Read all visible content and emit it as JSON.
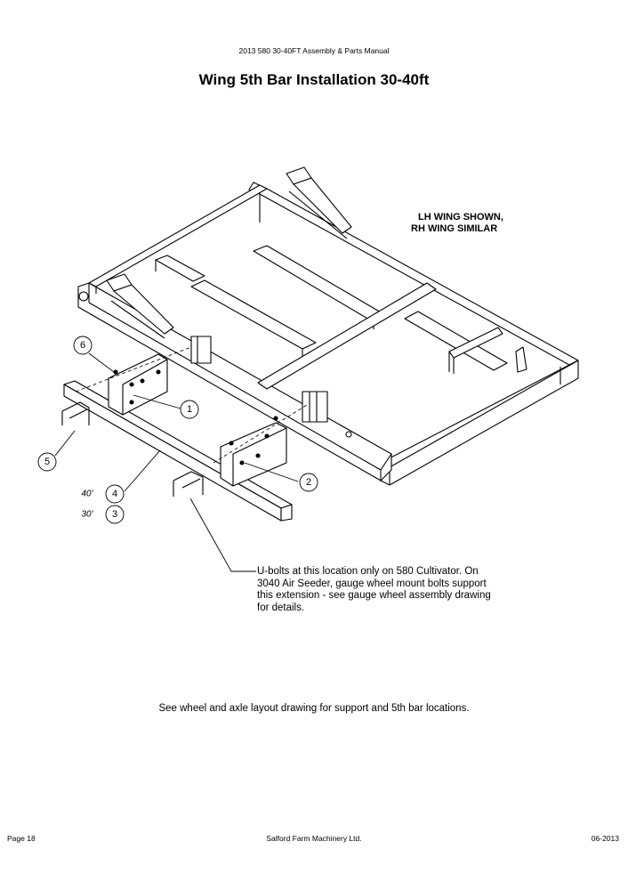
{
  "header": {
    "manual_title": "2013 580 30-40FT Assembly & Parts Manual"
  },
  "page_title": "Wing 5th Bar Installation 30-40ft",
  "drawing": {
    "note_line1": "LH WING SHOWN,",
    "note_line2": "RH WING SIMILAR",
    "callouts": [
      {
        "label": "1"
      },
      {
        "label": "2"
      },
      {
        "label": "3"
      },
      {
        "label": "4"
      },
      {
        "label": "5"
      },
      {
        "label": "6"
      }
    ],
    "length_40": "40'",
    "length_30": "30'",
    "ubolt_note": "U-bolts at this location only on 580 Cultivator. On 3040 Air Seeder, gauge wheel mount bolts support this extension - see gauge wheel assembly drawing for details."
  },
  "see_note": "See wheel and axle layout drawing for support and 5th bar locations.",
  "footer": {
    "page": "Page 18",
    "company": "Salford Farm Machinery Ltd.",
    "date": "06-2013"
  }
}
